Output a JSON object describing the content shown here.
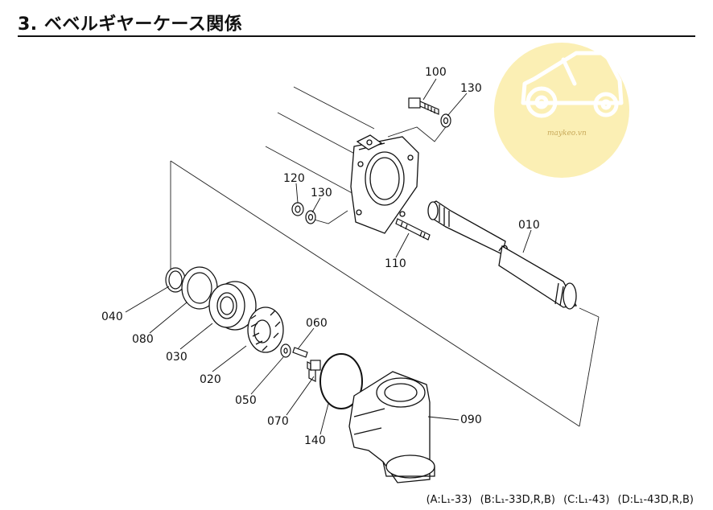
{
  "header": {
    "title": "3. ベベルギヤーケース関係"
  },
  "parts": [
    {
      "id": "p100",
      "label": "100"
    },
    {
      "id": "p130a",
      "label": "130"
    },
    {
      "id": "p120",
      "label": "120"
    },
    {
      "id": "p130b",
      "label": "130"
    },
    {
      "id": "p010",
      "label": "010"
    },
    {
      "id": "p110",
      "label": "110"
    },
    {
      "id": "p040",
      "label": "040"
    },
    {
      "id": "p080",
      "label": "080"
    },
    {
      "id": "p030",
      "label": "030"
    },
    {
      "id": "p020",
      "label": "020"
    },
    {
      "id": "p060",
      "label": "060"
    },
    {
      "id": "p050",
      "label": "050"
    },
    {
      "id": "p070",
      "label": "070"
    },
    {
      "id": "p140",
      "label": "140"
    },
    {
      "id": "p090",
      "label": "090"
    }
  ],
  "footer": {
    "models": [
      "(A:L₁-33)",
      "(B:L₁-33D,R,B)",
      "(C:L₁-43)",
      "(D:L₁-43D,R,B)"
    ]
  },
  "watermark": {
    "text": "maykeo.vn",
    "icon": "tractor-icon",
    "bg_color": "#fbefb4",
    "fg_color": "#ffffff"
  }
}
